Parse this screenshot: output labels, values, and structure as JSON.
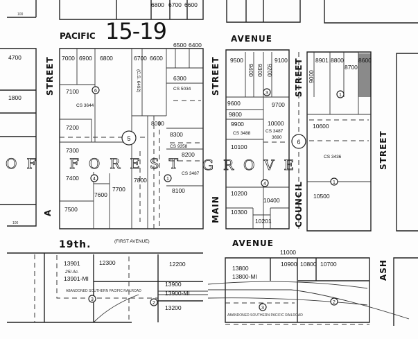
{
  "map": {
    "page_number": "15-19",
    "tract_name": [
      "OF",
      "FOREST",
      "GROVE"
    ],
    "streets": {
      "pacific": "PACIFIC",
      "avenue_top": "AVENUE",
      "street_a_word": "STREET",
      "street_a_letter": "A",
      "main_street": "STREET",
      "main": "MAIN",
      "council_street": "STREET",
      "council": "COUNCIL",
      "street_b": "STREET",
      "nineteenth": "19th.",
      "first_avenue": "(FIRST AVENUE)",
      "avenue_bottom": "AVENUE",
      "ash": "ASH"
    },
    "lots_top": [
      "6800",
      "6700",
      "6600",
      "100"
    ],
    "block_1": {
      "lots": [
        "7000",
        "6900",
        "6800",
        "6700",
        "6600",
        "6500",
        "6400",
        "6300",
        "7100",
        "7200",
        "7300",
        "8000",
        "8300",
        "8200",
        "7400",
        "7600",
        "7700",
        "7800",
        "8100",
        "7500"
      ],
      "cs": [
        "CS 5034",
        "CS 3644",
        "CS 9358",
        "CS 3487",
        "(C.S. 6492)"
      ],
      "circles": [
        "5",
        "6",
        "4",
        "1"
      ]
    },
    "block_left": {
      "lots": [
        "4700",
        "1800",
        "100"
      ]
    },
    "block_2": {
      "lots": [
        "9500",
        "9400",
        "9300",
        "9200",
        "9100",
        "9600",
        "9700",
        "9800",
        "9900",
        "10000",
        "10100",
        "10200",
        "10400",
        "10300",
        "10201"
      ],
      "cs": [
        "CS 3488",
        "CS 3487",
        "3690"
      ],
      "circles": [
        "3",
        "4"
      ]
    },
    "block_3": {
      "lots": [
        "9000",
        "8901",
        "8800",
        "8700",
        "8600",
        "10600",
        "10500"
      ],
      "cs": [
        "CS 3436"
      ],
      "circles": [
        "6",
        "1",
        "1"
      ]
    },
    "bottom_left": {
      "lots": [
        "13901",
        "25I Ac.",
        "13901-MI",
        "12300",
        "12200",
        "13900",
        "13900-MI",
        "13200"
      ],
      "railroad": "ABANDONED SOUTHERN PACIFIC RAILROAD",
      "circles": [
        "3",
        "2"
      ]
    },
    "bottom_right": {
      "lots": [
        "13800",
        "13800-MI",
        "11000",
        "10900",
        "10800",
        "10700"
      ],
      "railroad": "ABANDONED SOUTHERN PACIFIC RAILROAD",
      "circles": [
        "3",
        "2"
      ]
    },
    "shaded_lot_color": "#8a8a8a"
  }
}
